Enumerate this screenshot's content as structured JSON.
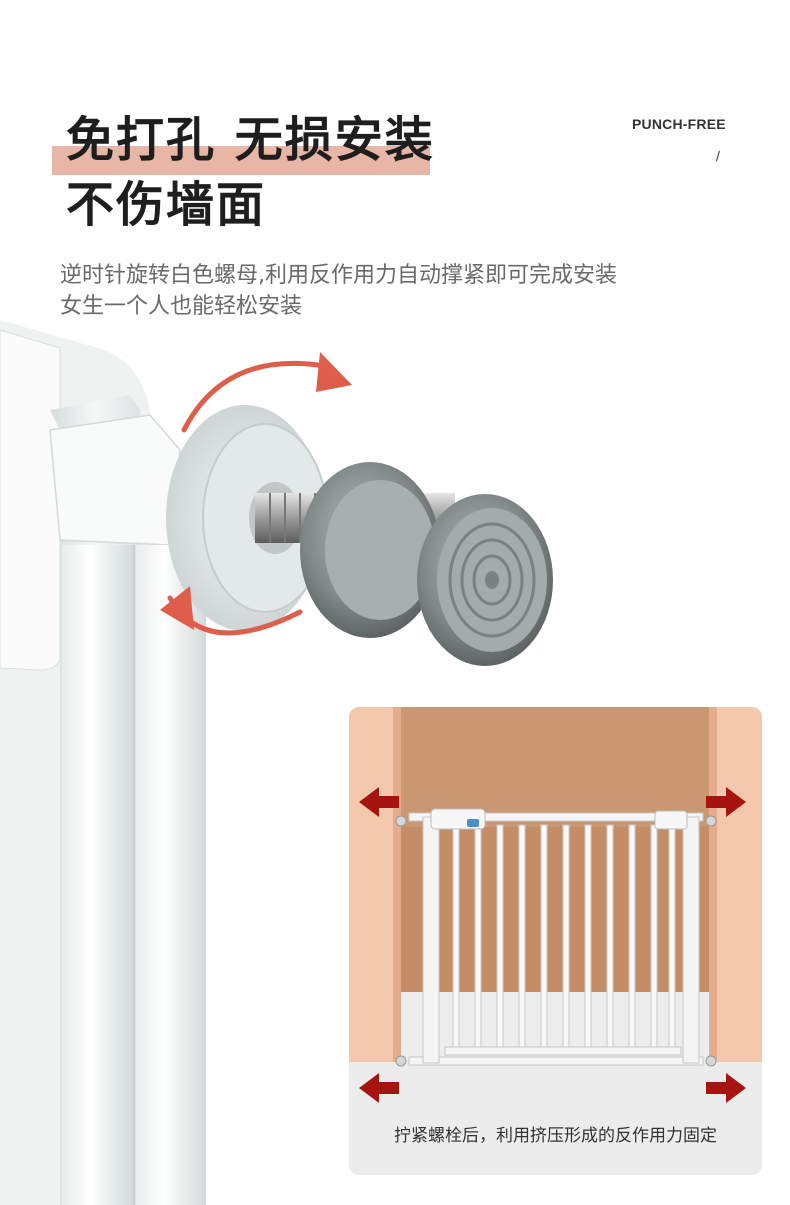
{
  "header": {
    "title_line1": "免打孔 无损安装",
    "title_line2": "不伤墙面",
    "tag_en": "PUNCH-FREE",
    "tag_slash": "/"
  },
  "description": {
    "line1": "逆时针旋转白色螺母,利用反作用力自动撑紧即可完成安装",
    "line2": "女生一个人也能轻松安装"
  },
  "inset": {
    "caption": "拧紧螺栓后，利用挤压形成的反作用力固定"
  },
  "colors": {
    "accent_bar": "#e8b6a7",
    "rotation_arrow": "#de5e4b",
    "push_arrow": "#a5140f",
    "wall_pink": "#f3c8ad",
    "room_brown": "#c48d66"
  },
  "icons": {
    "rotation": "counterclockwise-rotation-arrows",
    "push": "outward-push-arrows"
  }
}
